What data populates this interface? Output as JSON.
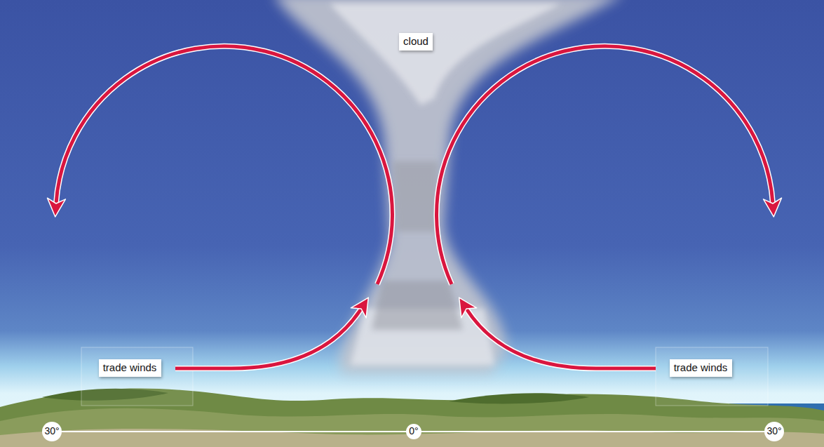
{
  "diagram": {
    "nodes": [
      {
        "text": [
          "cloud"
        ]
      },
      {
        "text": [
          "trade winds"
        ]
      },
      {
        "text": [
          "trade winds"
        ]
      },
      {
        "text": [
          "30°"
        ]
      },
      {
        "text": [
          "0°"
        ]
      },
      {
        "text": [
          "30°"
        ]
      }
    ],
    "edges": [
      {
        "from": 3,
        "to": 4,
        "arrow": "none"
      },
      {
        "from": 4,
        "to": 5,
        "arrow": "none"
      }
    ]
  }
}
